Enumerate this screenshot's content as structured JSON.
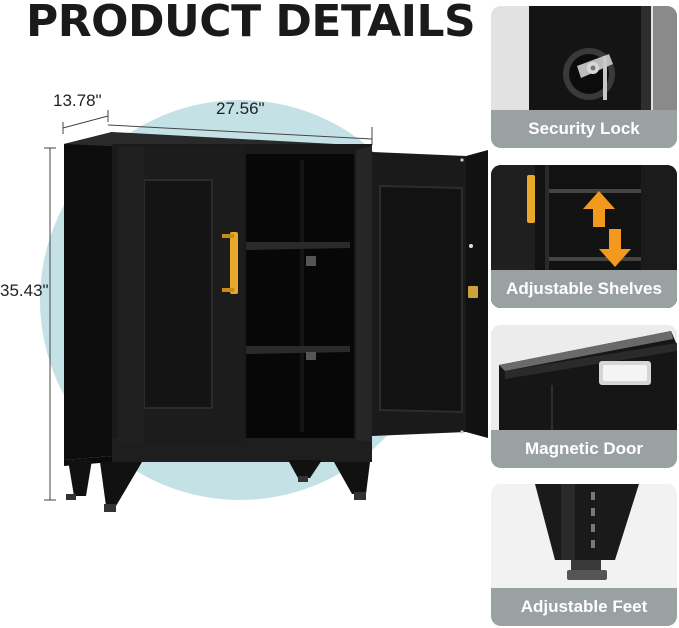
{
  "title": "PRODUCT DETAILS",
  "dimensions": {
    "depth": "13.78\"",
    "width": "27.56\"",
    "height": "35.43\""
  },
  "features": [
    {
      "label": "Security Lock"
    },
    {
      "label": "Adjustable Shelves"
    },
    {
      "label": "Magnetic Door"
    },
    {
      "label": "Adjustable Feet"
    }
  ],
  "colors": {
    "background_circle": "#c4e2e6",
    "cabinet": "#161616",
    "handle": "#e8a92a",
    "arrow": "#f39a1e",
    "label_bar": "#9aa1a2"
  }
}
